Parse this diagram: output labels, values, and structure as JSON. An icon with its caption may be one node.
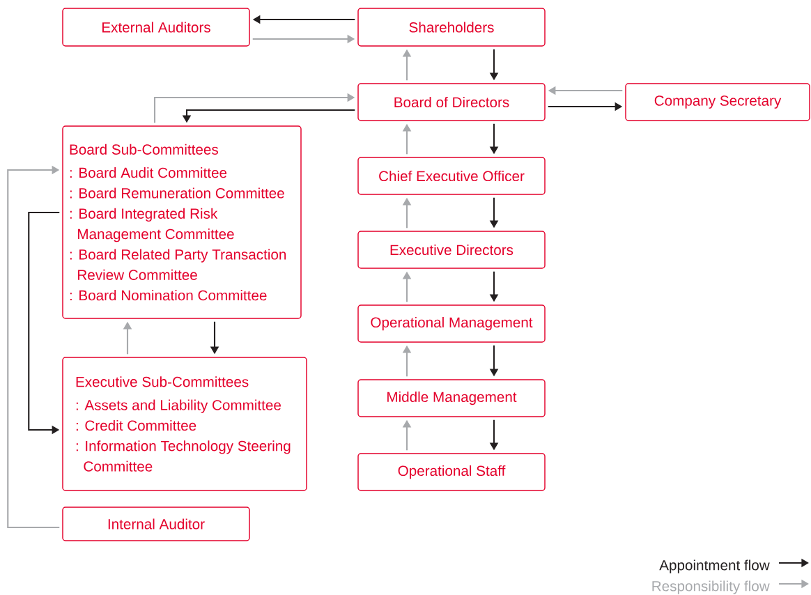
{
  "diagram": {
    "nodes": [
      {
        "text": [
          "External Auditors"
        ]
      },
      {
        "text": [
          "Shareholders"
        ]
      },
      {
        "text": [
          "Board of Directors"
        ]
      },
      {
        "text": [
          "Company Secretary"
        ]
      },
      {
        "text": [
          "Board Sub-Committees",
          ": Board Audit Committee",
          ": Board Remuneration Committee",
          ": Board Integrated Risk Management Committee",
          ": Board Related Party Transaction Review Committee",
          ": Board Nomination Committee"
        ]
      },
      {
        "text": [
          "Chief Executive Officer"
        ]
      },
      {
        "text": [
          "Executive Directors"
        ]
      },
      {
        "text": [
          "Operational Management"
        ]
      },
      {
        "text": [
          "Executive Sub-Committees",
          ": Assets and Liability Committee",
          ": Credit Committee",
          ": Information Technology Steering Committee"
        ]
      },
      {
        "text": [
          "Middle Management"
        ]
      },
      {
        "text": [
          "Operational Staff"
        ]
      },
      {
        "text": [
          "Internal Auditor"
        ]
      }
    ],
    "edges": [
      {
        "from": 1,
        "to": 0,
        "arrow": "to"
      },
      {
        "from": 0,
        "to": 1,
        "arrow": "to",
        "color": "#a7a9ac"
      },
      {
        "from": 2,
        "to": 1,
        "arrow": "to",
        "color": "#a7a9ac"
      },
      {
        "from": 1,
        "to": 2,
        "arrow": "to"
      },
      {
        "from": 4,
        "to": 2,
        "arrow": "to",
        "color": "#a7a9ac"
      },
      {
        "from": 2,
        "to": 4,
        "arrow": "to"
      },
      {
        "from": 3,
        "to": 2,
        "arrow": "to",
        "color": "#a7a9ac"
      },
      {
        "from": 2,
        "to": 3,
        "arrow": "to"
      },
      {
        "from": 5,
        "to": 2,
        "arrow": "to",
        "color": "#a7a9ac"
      },
      {
        "from": 2,
        "to": 5,
        "arrow": "to"
      },
      {
        "from": 6,
        "to": 5,
        "arrow": "to",
        "color": "#a7a9ac"
      },
      {
        "from": 5,
        "to": 6,
        "arrow": "to"
      },
      {
        "from": 7,
        "to": 6,
        "arrow": "to",
        "color": "#a7a9ac"
      },
      {
        "from": 6,
        "to": 7,
        "arrow": "to"
      },
      {
        "from": 9,
        "to": 7,
        "arrow": "to",
        "color": "#a7a9ac"
      },
      {
        "from": 7,
        "to": 9,
        "arrow": "to"
      },
      {
        "from": 10,
        "to": 9,
        "arrow": "to",
        "color": "#a7a9ac"
      },
      {
        "from": 9,
        "to": 10,
        "arrow": "to"
      },
      {
        "from": 8,
        "to": 4,
        "arrow": "to",
        "color": "#a7a9ac"
      },
      {
        "from": 4,
        "to": 8,
        "arrow": "to"
      },
      {
        "from": 4,
        "to": 8,
        "arrow": "to"
      },
      {
        "from": 11,
        "to": 4,
        "arrow": "to",
        "color": "#a7a9ac"
      }
    ],
    "legend": [
      {
        "text": "Appointment flow"
      },
      {
        "text": "Responsibility flow"
      }
    ]
  }
}
